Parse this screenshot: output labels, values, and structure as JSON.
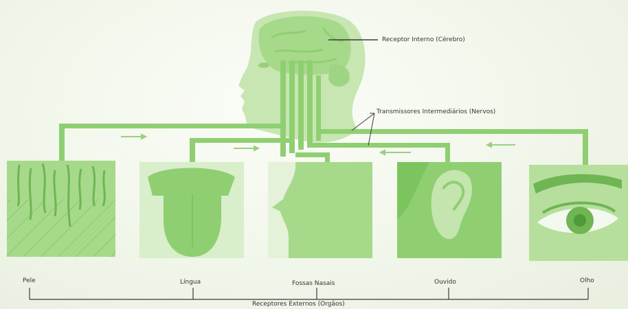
{
  "labels": {
    "brain": "Receptor Interno (Cérebro)",
    "nerves": "Transmissores Intermediários (Nervos)",
    "external": "Receptores Externos (Orgãos)"
  },
  "organs": [
    {
      "id": "pele",
      "label": "Pele"
    },
    {
      "id": "lingua",
      "label": "Língua"
    },
    {
      "id": "fossas",
      "label": "Fossas Nasais"
    },
    {
      "id": "ouvido",
      "label": "Ouvido"
    },
    {
      "id": "olho",
      "label": "Olho"
    }
  ],
  "colors": {
    "green": "#8fcf72",
    "green_light": "#b6df9e",
    "green_pale": "#d5ecc6",
    "green_dark": "#6fb553",
    "line": "#3a3a3a"
  }
}
